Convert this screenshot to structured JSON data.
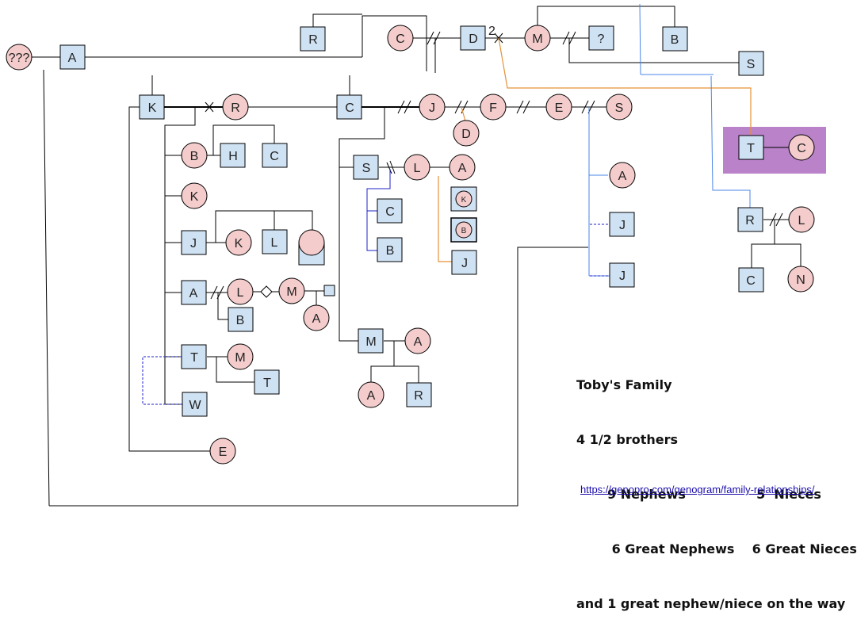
{
  "nodes": {
    "unknown": "???",
    "A_root": "A",
    "R_top": "R",
    "C_top": "C",
    "D_top": "D",
    "marriage_count": "2",
    "M_top": "M",
    "Q_top": "?",
    "B_top": "B",
    "S_top": "S",
    "K_main": "K",
    "R_main": "R",
    "C_main": "C",
    "J_main": "J",
    "F_main": "F",
    "E_main": "E",
    "S_main": "S",
    "D_child": "D",
    "T_purple": "T",
    "C_purple": "C",
    "B1": "B",
    "H1": "H",
    "C1": "C",
    "K2": "K",
    "J3": "J",
    "K3": "K",
    "L3": "L",
    "A4": "A",
    "L4": "L",
    "M4": "M",
    "B4": "B",
    "A4b": "A",
    "T5": "T",
    "M5": "M",
    "T5b": "T",
    "W6": "W",
    "E7": "E",
    "S_mid": "S",
    "L_mid": "L",
    "A_mid": "A",
    "C_mid": "C",
    "B_mid": "B",
    "K_small": "K",
    "B_small": "B",
    "J_mid": "J",
    "M_low": "M",
    "A_low": "A",
    "A_low2": "A",
    "R_low": "R",
    "A_right": "A",
    "J_right1": "J",
    "J_right2": "J",
    "R_far": "R",
    "L_far": "L",
    "C_far": "C",
    "N_far": "N"
  },
  "legend": {
    "title": "Toby's Family",
    "line2": "4 1/2 brothers",
    "line3": "       9 Nephews                5  Nieces",
    "line4": "        6 Great Nephews    6 Great Nieces",
    "line5": "and 1 great nephew/niece on the way"
  },
  "source_url": "https://genopro.com/genogram/family-relationships/",
  "colors": {
    "male_fill": "#cfe2f3",
    "female_fill": "#f4cccc",
    "highlight_box": "#b982c9",
    "blue_line": "#4a86e8",
    "orange_line": "#e69138",
    "dark_blue_dashed": "#1c22c9"
  }
}
